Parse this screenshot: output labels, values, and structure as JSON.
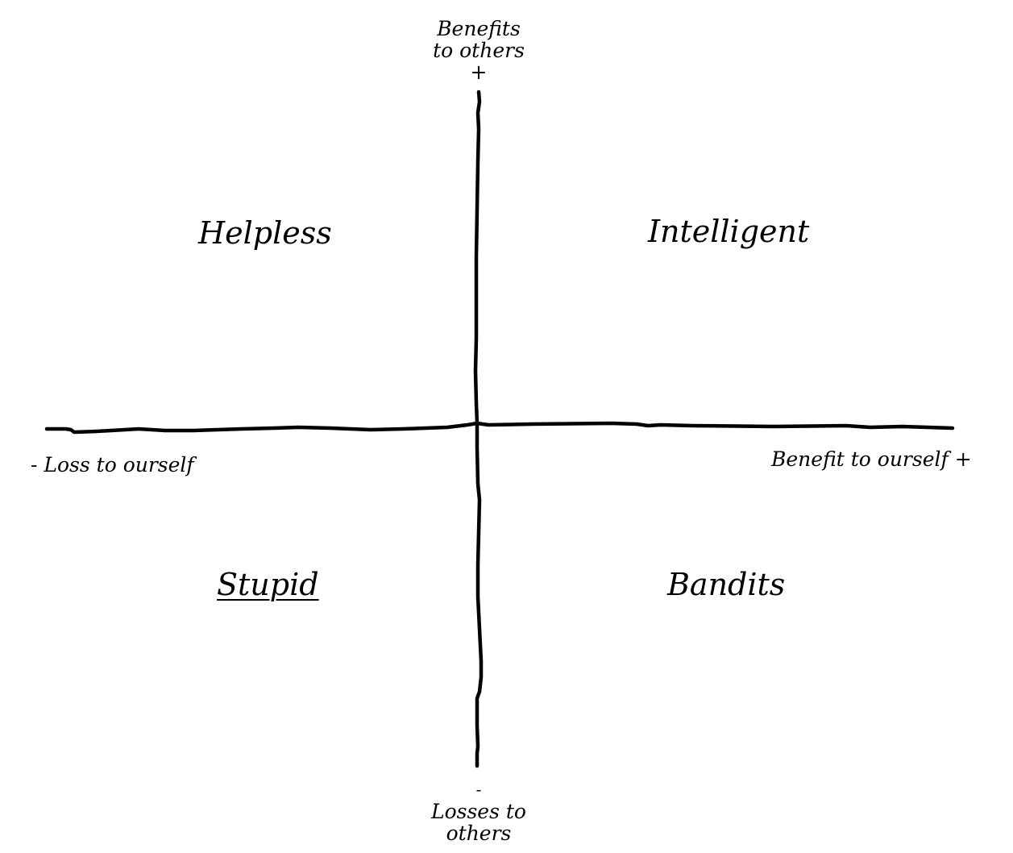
{
  "axes": {
    "top_label_line1": "Benefits",
    "top_label_line2": "to others",
    "top_label_line3": "+",
    "bottom_label_line1": "-",
    "bottom_label_line2": "Losses to",
    "bottom_label_line3": "others",
    "left_label": "- Loss to ourself",
    "right_label": "Benefit to ourself +"
  },
  "quadrants": {
    "top_left": "Helpless",
    "top_right": "Intelligent",
    "bottom_left": "Stupid",
    "bottom_right": "Bandits"
  },
  "style": {
    "line_color": "#000000",
    "background": "#ffffff"
  }
}
